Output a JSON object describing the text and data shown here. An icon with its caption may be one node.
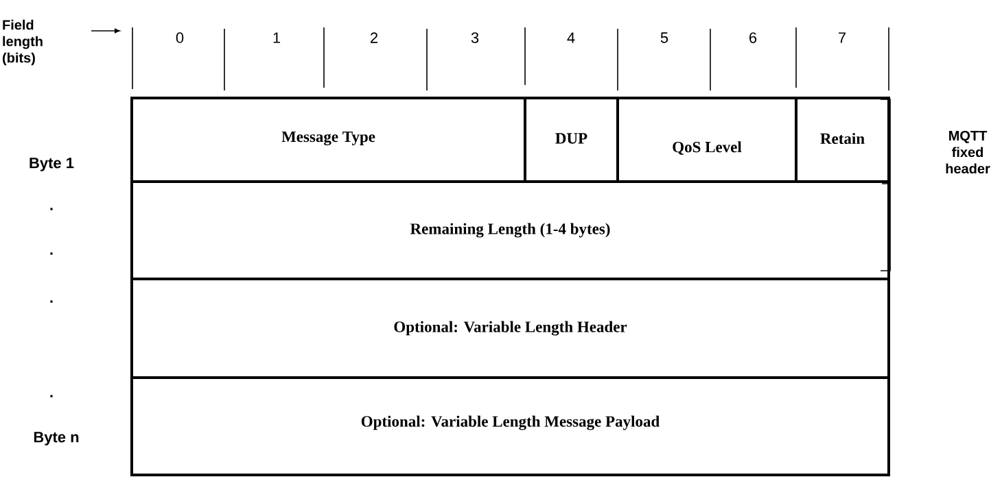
{
  "diagram": {
    "nodes": [
      {
        "text": [
          "Message Type"
        ]
      },
      {
        "text": [
          "DUP"
        ]
      },
      {
        "text": [
          "QoS Level"
        ]
      },
      {
        "text": [
          "Retain"
        ]
      },
      {
        "text": [
          "Remaining Length (1-4 bytes)"
        ]
      },
      {
        "text": [
          "Optional: Variable Length Header"
        ]
      },
      {
        "text": [
          "Optional: Variable Length Message Payload"
        ]
      }
    ],
    "labels": [
      "Field length (bits)",
      "0",
      "1",
      "2",
      "3",
      "4",
      "5",
      "6",
      "7",
      "MQTT fixed header",
      "Byte 1",
      ".",
      ".",
      ".",
      ".",
      "Byte n"
    ]
  }
}
